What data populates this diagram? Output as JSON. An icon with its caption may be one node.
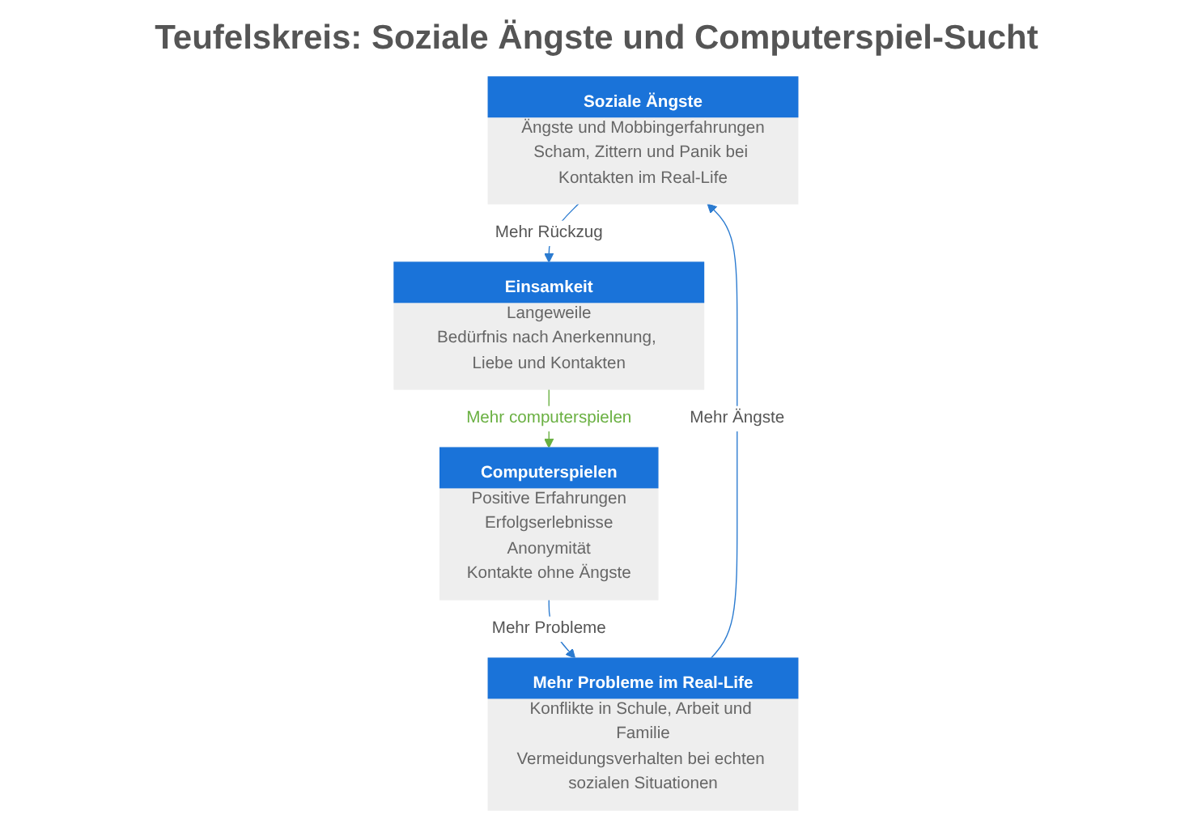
{
  "diagram": {
    "title": "Teufelskreis: Soziale Ängste und Computerspiel-Sucht",
    "nodes": [
      {
        "text": [
          "Soziale Ängste",
          "Ängste und Mobbingerfahrungen",
          "Scham, Zittern und Panik bei Kontakten im Real-Life"
        ]
      },
      {
        "text": [
          "Einsamkeit",
          "Langeweile",
          "Bedürfnis nach Anerkennung, Liebe und Kontakten"
        ]
      },
      {
        "text": [
          "Mehr Probleme im Real-Life",
          "Konflikte in Schule, Arbeit und Familie",
          "Vermeidungsverhalten bei echten sozialen Situationen"
        ]
      },
      {
        "text": [
          "Computerspielen",
          "Positive Erfahrungen",
          "Erfolgserlebnisse",
          "Anonymität",
          "Kontakte ohne Ängste"
        ]
      }
    ],
    "edges": [
      {
        "from": 0,
        "to": 1,
        "arrow": "to",
        "label": "Mehr Rückzug"
      },
      {
        "from": 1,
        "to": 3,
        "arrow": "to",
        "label": "Mehr computerspielen",
        "color": "#6ab042"
      },
      {
        "from": 3,
        "to": 2,
        "arrow": "to",
        "label": "Mehr Probleme"
      },
      {
        "from": 2,
        "to": 0,
        "arrow": "to",
        "label": "Mehr Ängste"
      }
    ]
  }
}
